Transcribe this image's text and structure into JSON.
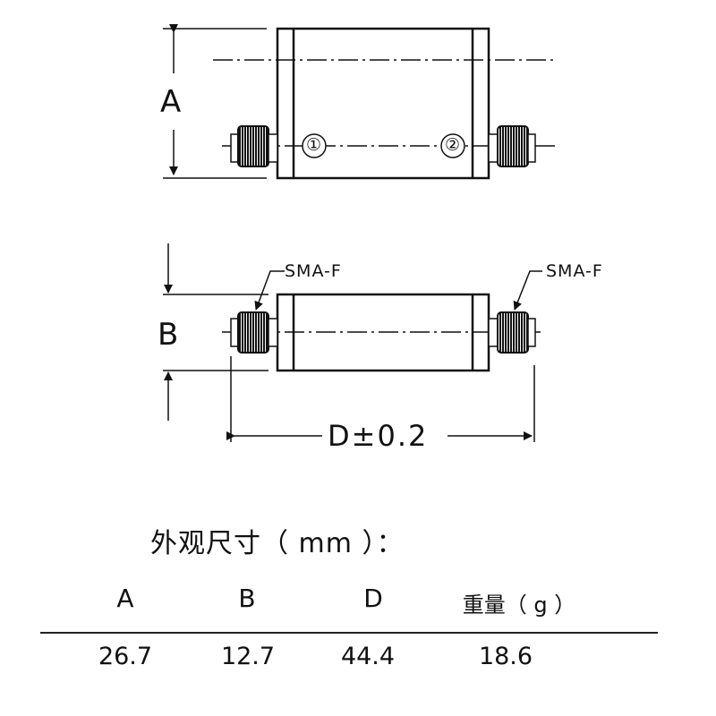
{
  "drawing": {
    "top_view": {
      "dimension_label": "A",
      "ports": [
        "①",
        "②"
      ]
    },
    "side_view": {
      "dimension_label": "B",
      "connector_left": "SMA-F",
      "connector_right": "SMA-F",
      "length_label": "D±0.2"
    }
  },
  "dimensions_table": {
    "title": "外观尺寸（ mm ）：",
    "headers": [
      "A",
      "B",
      "D",
      "重量（ g ）"
    ],
    "values": [
      "26.7",
      "12.7",
      "44.4",
      "18.6"
    ]
  },
  "colors": {
    "line": "#111111",
    "background": "#ffffff"
  }
}
